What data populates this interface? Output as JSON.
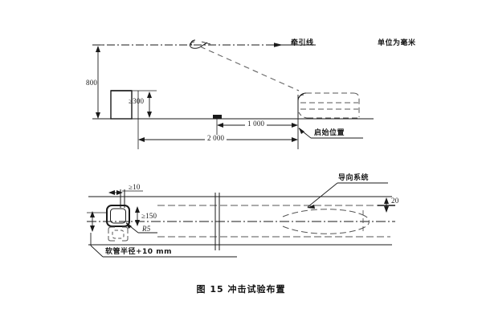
{
  "figure": {
    "caption": "图 15   冲击试验布置",
    "units_note": "单位为毫米"
  },
  "upper_view": {
    "traction_line_label": "牵引线",
    "height_dim": "800",
    "block_height_dim": "≥300",
    "distance_near_dim": "1 000",
    "distance_far_dim": "2 000",
    "start_position_label": "启始位置"
  },
  "lower_view": {
    "gap_dim": "≥10",
    "width_dim": "≥150",
    "radius_dim": "R5",
    "hose_radius_note": "软管半径+10 mm",
    "guide_system_label": "导向系统",
    "edge_dim": "20"
  },
  "colors": {
    "line": "#1a1a1a",
    "background": "#ffffff",
    "text": "#111111"
  }
}
